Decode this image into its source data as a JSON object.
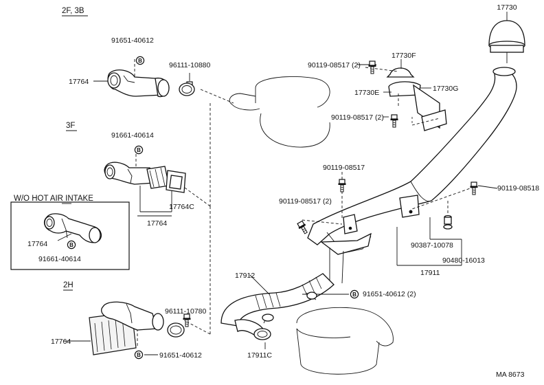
{
  "sections": {
    "s1": "2F, 3B",
    "s2": "3F",
    "s3": "W/O HOT AIR INTAKE",
    "s4": "2H"
  },
  "labels": {
    "l17730": "17730",
    "l17730F": "17730F",
    "l17730E": "17730E",
    "l17730G": "17730G",
    "bolt_a": "90119-08517 (2)",
    "bolt_b": "90119-08517 (2)",
    "bolt_c": "90119-08517",
    "bolt_d": "90119-08517 (2)",
    "bolt_e": "90119-08518",
    "l90387": "90387-10078",
    "l90480": "90480-16013",
    "l17911": "17911",
    "l17912": "17912",
    "l17911C": "17911C",
    "clamp_2h": "91651-40612 (2)",
    "p91651_top": "91651-40612",
    "p96111_top": "96111-10880",
    "l17764_a": "17764",
    "p91661_3f": "91661-40614",
    "l17764C": "17764C",
    "l17764_b": "17764",
    "l17764_c": "17764",
    "p91661_box": "91661-40614",
    "p96111_2h": "96111-10780",
    "l17764_d": "17764",
    "p91651_2h": "91651-40612",
    "code": "MA 8673"
  },
  "badge": "B",
  "icons": [
    "bolt-icon",
    "clamp-icon",
    "badge-b-icon"
  ]
}
